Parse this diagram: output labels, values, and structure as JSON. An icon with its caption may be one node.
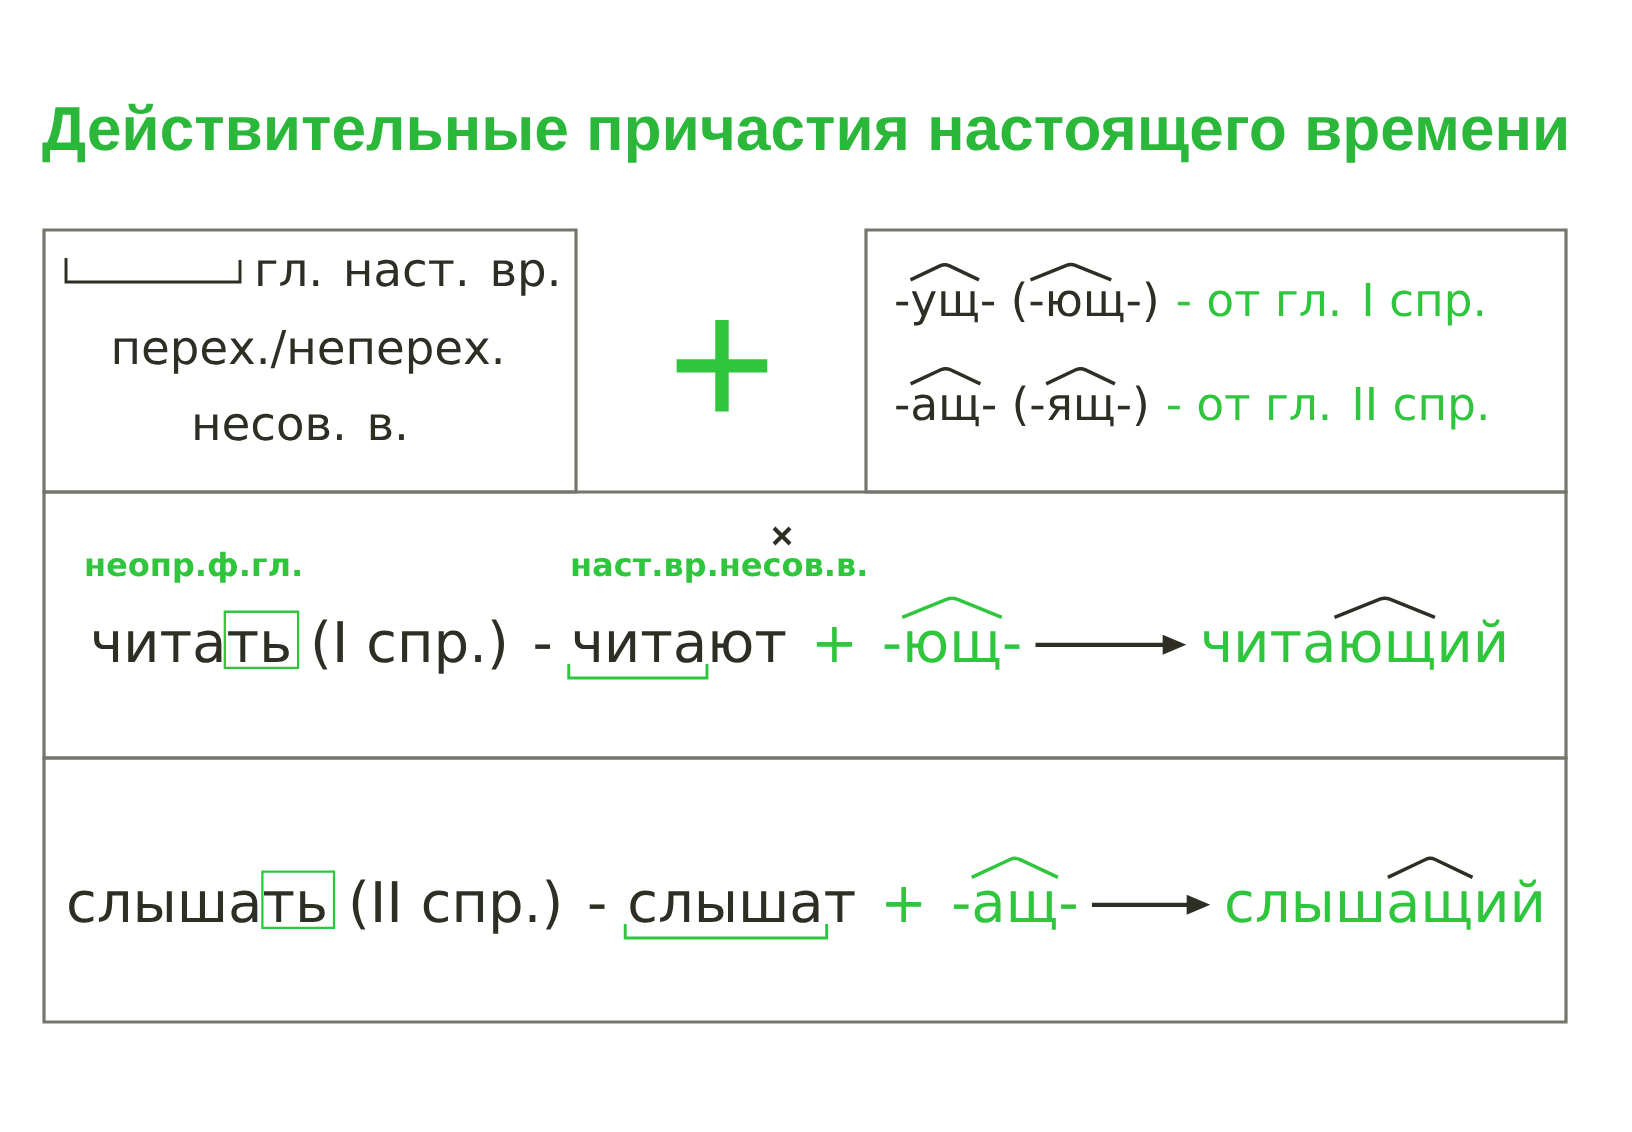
{
  "diagram": {
    "title": "Действительные причастия настоящего времени",
    "nodes": [
      {
        "text": [
          "гл. наст. вр.",
          "перех./неперех.",
          "несов. в."
        ]
      },
      {
        "text": [
          "-ущ- (-ющ-)",
          "- от гл. I спр.",
          "-ащ- (-ящ-)",
          "- от гл. II спр."
        ]
      },
      {
        "text": [
          "неопр.ф.гл.",
          "наст.вр.несов.в.",
          "читать",
          "(I спр.) -",
          "читают",
          "+"
        ]
      },
      {
        "text": [
          "-ющ-"
        ],
        "in": 2
      },
      {
        "text": [
          "читающий"
        ],
        "in": 2
      },
      {
        "text": [
          "слышать",
          "(II спр.) -",
          "слышат",
          "+"
        ]
      },
      {
        "text": [
          "-ащ-"
        ],
        "in": 5
      },
      {
        "text": [
          "слышащий"
        ],
        "in": 5
      }
    ],
    "edges": [
      {
        "from": 3,
        "to": 4,
        "arrow": "to"
      },
      {
        "from": 6,
        "to": 7,
        "arrow": "to"
      }
    ],
    "labels": [
      "+"
    ]
  }
}
